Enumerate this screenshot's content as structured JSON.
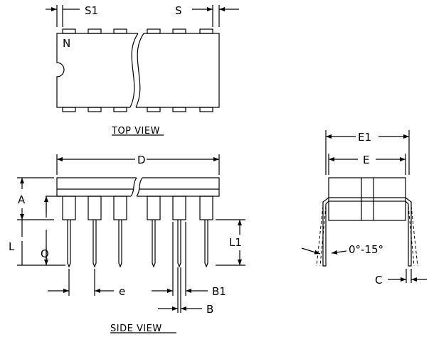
{
  "labels": {
    "s1": "S1",
    "s": "S",
    "n": "N",
    "top_view": "TOP VIEW",
    "d": "D",
    "e1": "E1",
    "e": "E",
    "a": "A",
    "l": "L",
    "q": "Q",
    "l1": "L1",
    "angle": "0°-15°",
    "e_pitch": "e",
    "b1": "B1",
    "b": "B",
    "c": "C",
    "side_view": "SIDE VIEW"
  }
}
